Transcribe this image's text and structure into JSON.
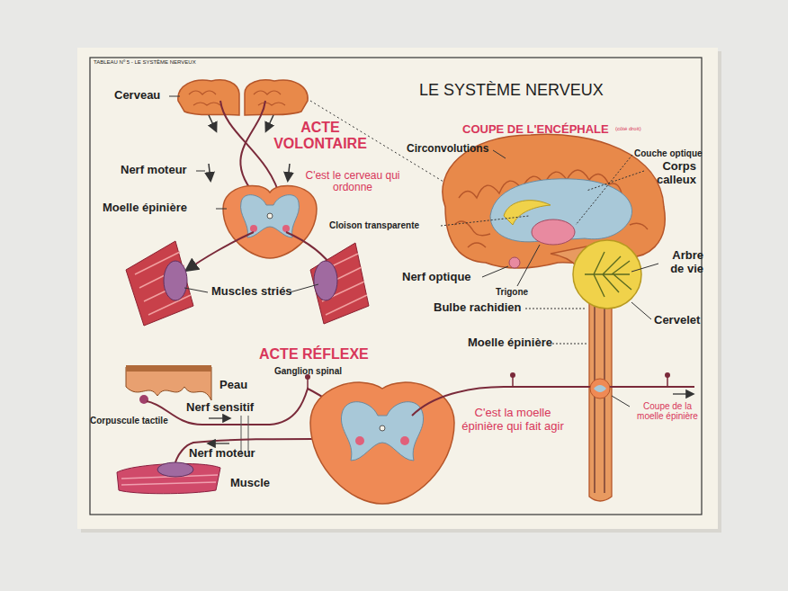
{
  "diagram": {
    "title": "LE SYSTÈME NERVEUX",
    "labels": [
      "TABLEAU Nº 5 - LE SYSTÈME NERVEUX",
      "Cerveau",
      "ACTE VOLONTAIRE",
      "C'est le cerveau qui ordonne",
      "Nerf moteur",
      "Moelle épinière",
      "Muscles striés",
      "COUPE DE L'ENCÉPHALE",
      "(côté droit)",
      "Circonvolutions",
      "Couche optique",
      "Corps calleux",
      "Cloison transparente",
      "Arbre de vie",
      "Nerf optique",
      "Trigone",
      "Bulbe rachidien",
      "Cervelet",
      "Moelle épinière",
      "ACTE RÉFLEXE",
      "Ganglion spinal",
      "Peau",
      "Corpuscule tactile",
      "Nerf sensitif",
      "Nerf moteur",
      "Muscle",
      "C'est la moelle épinière qui fait agir",
      "Coupe de la moelle épinière"
    ]
  }
}
